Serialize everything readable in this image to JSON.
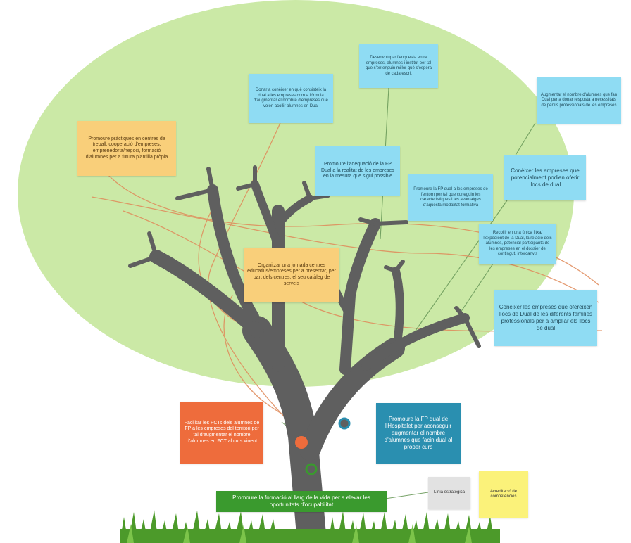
{
  "colors": {
    "canopy": "#cbe9a6",
    "trunk": "#5f5f5f",
    "cyan": "#8fdcf3",
    "orange": "#f9cf7a",
    "red": "#ee6c3c",
    "blue": "#2a8fb0",
    "green": "#3a9a2e",
    "line": "#e08a5a",
    "line_green": "#6a9a5a",
    "grass": "#4c9a2a"
  },
  "notes": {
    "top_center": "Desenvolupar l'enquesta entre empreses, alumnes i institut per tal que s'entenguin millor què s'espera de cada escrit",
    "top_left_cyan": "Donar a conèixer en què consisteix la dual a les empreses com a fórmula d'augmentar el nombre d'empreses que volen acollir alumnes en Dual",
    "right_top": "Augmentar el nombre d'alumnes que fan Dual per a donar resposta a necessitats de perfils professionals de les empreses",
    "orange_left": "Promoure pràctiques en centres de treball, cooperació d'empreses, emprenedoria/negoci, formació d'alumnes per a futura plantilla pròpia",
    "middle_cyan": "Promoure l'adequació de la FP Dual a la realitat de les empreses en la mesura que sigui possible",
    "mid_right_cyan": "Promoure la FP dual a les empreses de l'entorn per tal que coneguin les característiques i les avantatges d'aquesta modalitat formativa",
    "right_cyan": "Conèixer les empreses que potencialment podien oferir llocs de dual",
    "small_right": "Recollir en una única fitxa/ l'expedient de la Dual, la relació dels alumnes, potencial participants de les empreses en el dossier de contingut, intercanvis",
    "orange_center": "Organitzar una jornada centres educatius/empreses per a presentar, per part dels centres, el seu catàleg de serveis",
    "right_bottom": "Conèixer les empreses que ofereixen llocs de Dual de les diferents famílies professionals per a ampliar els llocs de dual",
    "red_note": "Facilitar les FCTs dels alumnes de FP a les empreses del territori per tal d'augmentar el nombre d'alumnes en FCT al curs vinent",
    "blue_note": "Promoure la FP dual de l'Hospitalet per aconseguir augmentar el nombre d'alumnes que facin dual al proper curs",
    "green_note": "Promoure la formació al llarg de la vida per a elevar les oportunitats d'ocupabilitat",
    "legend_gray": "Línia estratègica",
    "legend_yellow": "Acreditació de competències"
  }
}
